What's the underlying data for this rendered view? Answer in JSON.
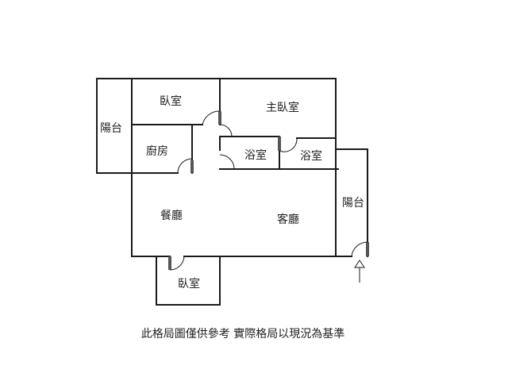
{
  "rooms": {
    "bedroom_top": "臥室",
    "master_bedroom": "主臥室",
    "balcony_left": "陽台",
    "kitchen": "廚房",
    "bathroom_1": "浴室",
    "bathroom_2": "浴室",
    "dining_room": "餐廳",
    "living_room": "客廳",
    "balcony_right": "陽台",
    "bedroom_bottom": "臥室"
  },
  "caption": "此格局圖僅供參考 實際格局以現況為基準"
}
